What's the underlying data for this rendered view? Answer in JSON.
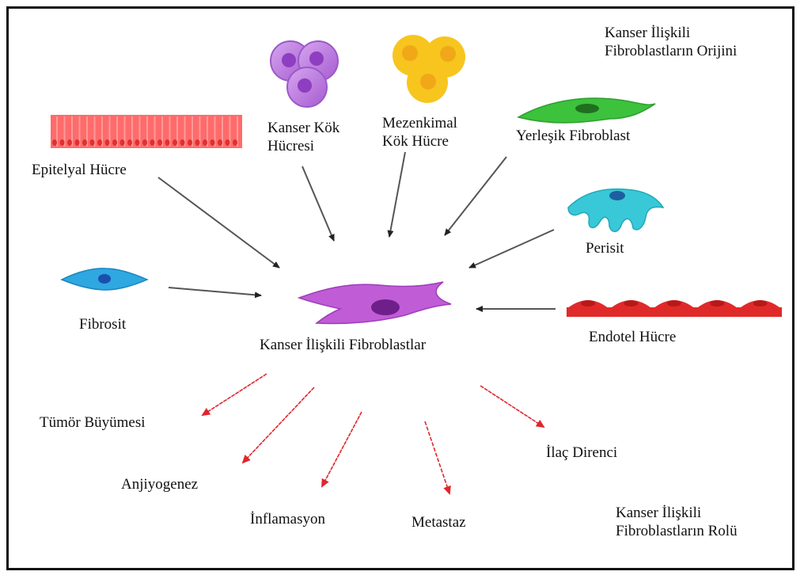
{
  "titles": {
    "origin": "Kanser İlişkili\nFibroblastların Orijini",
    "role": "Kanser İlişkili\nFibroblastların Rolü"
  },
  "center": {
    "label": "Kanser İlişkili Fibroblastlar",
    "color": "#c05cd6"
  },
  "sources": {
    "epithelial": {
      "label": "Epitelyal Hücre",
      "color": "#ff5a5a"
    },
    "cancer_stem": {
      "label": "Kanser Kök\nHücresi",
      "color": "#b06ad6"
    },
    "mesenchymal": {
      "label": "Mezenkimal\nKök Hücre",
      "color": "#f5c21a"
    },
    "resident": {
      "label": "Yerleşik Fibroblast",
      "color": "#3cc23c"
    },
    "pericyte": {
      "label": "Perisit",
      "color": "#38c8d8"
    },
    "fibrocyte": {
      "label": "Fibrosit",
      "color": "#2fa7e0"
    },
    "endothelial": {
      "label": "Endotel Hücre",
      "color": "#e02a2a"
    }
  },
  "roles": {
    "tumor_growth": "Tümör Büyümesi",
    "angiogenesis": "Anjiyogenez",
    "inflammation": "İnflamasyon",
    "metastasis": "Metastaz",
    "drug_resistance": "İlaç Direnci"
  },
  "colors": {
    "origin_arrow": "#555555",
    "role_arrow": "#e0262c"
  }
}
